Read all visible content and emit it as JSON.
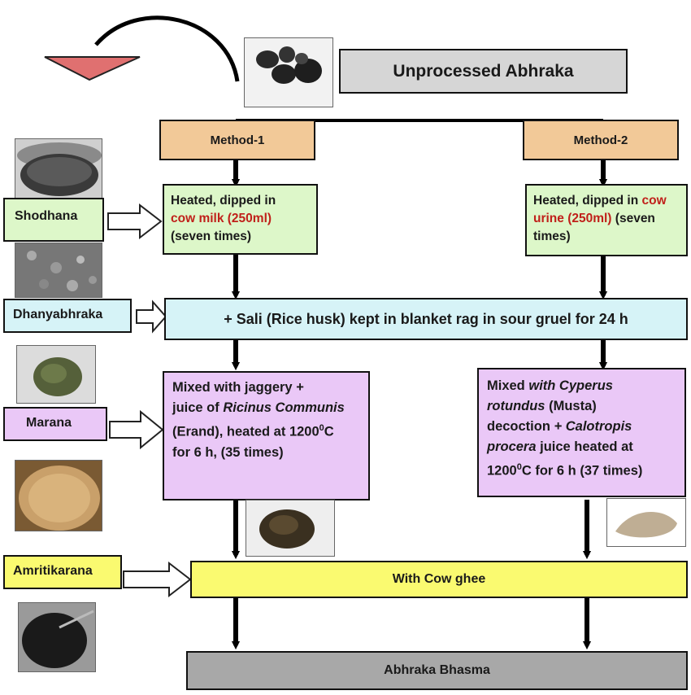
{
  "title": "Unprocessed Abhraka",
  "methods": {
    "m1": "Method-1",
    "m2": "Method-2"
  },
  "stages": {
    "shodhana": "Shodhana",
    "dhanyabhraka": "Dhanyabhraka",
    "marana": "Marana",
    "amritikarana": "Amritikarana"
  },
  "shodhana_m1": {
    "t1": "Heated, dipped in",
    "t2": "cow milk  (250ml)",
    "t3": "(seven times)"
  },
  "shodhana_m2": {
    "t1": "Heated, dipped in ",
    "t2": "cow",
    "t3": "urine (250ml)",
    "t4": " (seven",
    "t5": "times)"
  },
  "dhanya_text": "+ Sali (Rice husk) kept in blanket rag in sour gruel for 24 h",
  "marana_m1": {
    "l1": "Mixed with  jaggery +",
    "l2a": "juice of ",
    "l2b": "Ricinus Communis",
    "l3": "(Erand), heated at 1200",
    "sup": "0",
    "l3c": "C",
    "l4": "for 6 h, (35 times)"
  },
  "marana_m2": {
    "l1a": "Mixed ",
    "l1b": "with Cyperus",
    "l2a": "rotundus",
    "l2b": " (Musta)",
    "l3a": "decoction ",
    "l3b": "+ Calotropis",
    "l4a": "procera",
    "l4b": " juice heated at",
    "l5a": "1200",
    "sup": "0",
    "l5b": "C for 6 h (37 times)"
  },
  "amrit_text": "With Cow ghee",
  "final": "Abhraka Bhasma",
  "colors": {
    "method": "#f2c998",
    "shodhana": "#ddf7c9",
    "dhanya": "#d6f3f7",
    "marana": "#eac8f7",
    "amrit": "#fafa70",
    "title": "#d6d6d6",
    "final": "#a8a8a8",
    "triangle": "#e07070"
  }
}
